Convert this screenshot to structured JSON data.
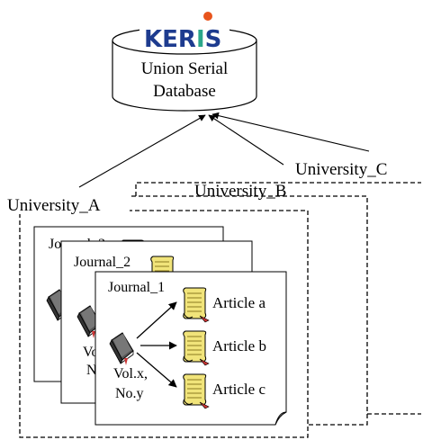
{
  "database": {
    "logo_text": "KERIS",
    "label_line1": "Union Serial",
    "label_line2": "Database"
  },
  "universities": {
    "a": "University_A",
    "b": "University_B",
    "c": "University_C"
  },
  "journals": {
    "j3": "Journal_3",
    "j2": "Journal_2",
    "j1": "Journal_1"
  },
  "volume": {
    "line1": "Vol.x,",
    "line2": "No.y",
    "partial_line1": "Vo",
    "partial_line2": "N"
  },
  "articles": [
    "Article a",
    "Article b",
    "Article c"
  ],
  "colors": {
    "logo_blue": "#1d3b8f",
    "logo_green": "#2ba78a",
    "logo_dot": "#e8541c",
    "scroll_fill": "#f1e47a",
    "book_fill": "#4a4a4a",
    "line": "#000000"
  },
  "icons": {
    "database": "cylinder-database-icon",
    "book": "book-icon",
    "article": "scroll-document-icon"
  }
}
